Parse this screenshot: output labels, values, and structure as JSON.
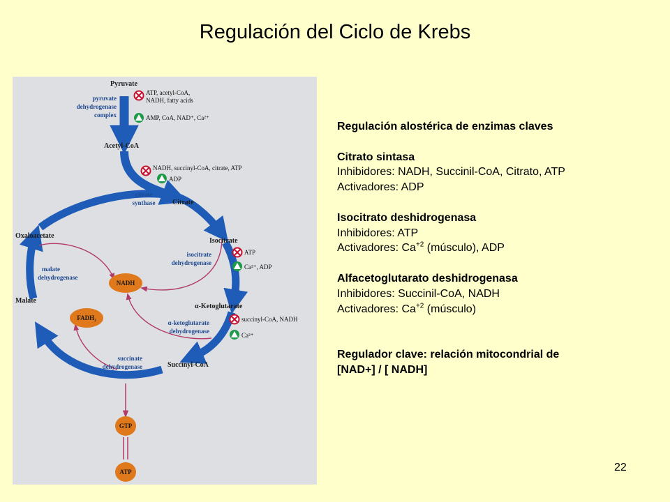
{
  "title": "Regulación del Ciclo de Krebs",
  "page_number": "22",
  "text": {
    "heading": "Regulación alostérica de enzimas claves",
    "cs_title": "Citrato sintasa",
    "cs_inh": "Inhibidores:  NADH, Succinil-CoA, Citrato, ATP",
    "cs_act": "Activadores: ADP",
    "idh_title": "Isocitrato deshidrogenasa",
    "idh_inh": "Inhibidores:  ATP",
    "idh_act_pre": "Activadores: Ca",
    "idh_act_sup": "+2",
    "idh_act_post": " (músculo), ADP",
    "akg_title": "Alfacetoglutarato deshidrogenasa",
    "akg_inh": "Inhibidores:  Succinil-CoA, NADH",
    "akg_act_pre": "Activadores: Ca",
    "akg_act_sup": "+2",
    "akg_act_post": " (músculo)",
    "key_line1": "Regulador clave: relación mitocondrial de",
    "key_line2": "[NAD+]  /  [ NADH]"
  },
  "diagram": {
    "metabolites": {
      "pyruvate": "Pyruvate",
      "acetyl_coa": "Acetyl-CoA",
      "citrate": "Citrate",
      "isocitrate": "Isocitrate",
      "a_ketoglutarate": "α-Ketoglutarate",
      "succinyl_coa": "Succinyl-CoA",
      "malate": "Malate",
      "oxaloacetate": "Oxaloacetate"
    },
    "enzymes": {
      "pdh_1": "pyruvate",
      "pdh_2": "dehydrogenase",
      "pdh_3": "complex",
      "cs_1": "citrate",
      "cs_2": "synthase",
      "idh_1": "isocitrate",
      "idh_2": "dehydrogenase",
      "akgdh_1": "α-ketoglutarate",
      "akgdh_2": "dehydrogenase",
      "sdh_1": "succinate",
      "sdh_2": "dehydrogenase",
      "mdh_1": "malate",
      "mdh_2": "dehydrogenase"
    },
    "effectors": {
      "pdh_inh_1": "ATP, acetyl-CoA,",
      "pdh_inh_2": "NADH, fatty acids",
      "pdh_act": "AMP, CoA, NAD⁺, Ca²⁺",
      "cs_inh": "NADH, succinyl-CoA, citrate, ATP",
      "cs_act": "ADP",
      "idh_inh": "ATP",
      "idh_act": "Ca²⁺, ADP",
      "akg_inh": "succinyl-CoA, NADH",
      "akg_act": "Ca²⁺"
    },
    "coenzymes": {
      "nadh": "NADH",
      "fadh2": "FADH₂",
      "gtp": "GTP",
      "atp": "ATP"
    },
    "colors": {
      "cycle_blue": "#1f5cb8",
      "inhibitor_red": "#c8102e",
      "activator_green": "#1e9a4a",
      "coenzyme_orange": "#e0781c",
      "link_magenta": "#b03a6a",
      "background": "#ffffcc",
      "panel": "#dedfe2"
    }
  }
}
